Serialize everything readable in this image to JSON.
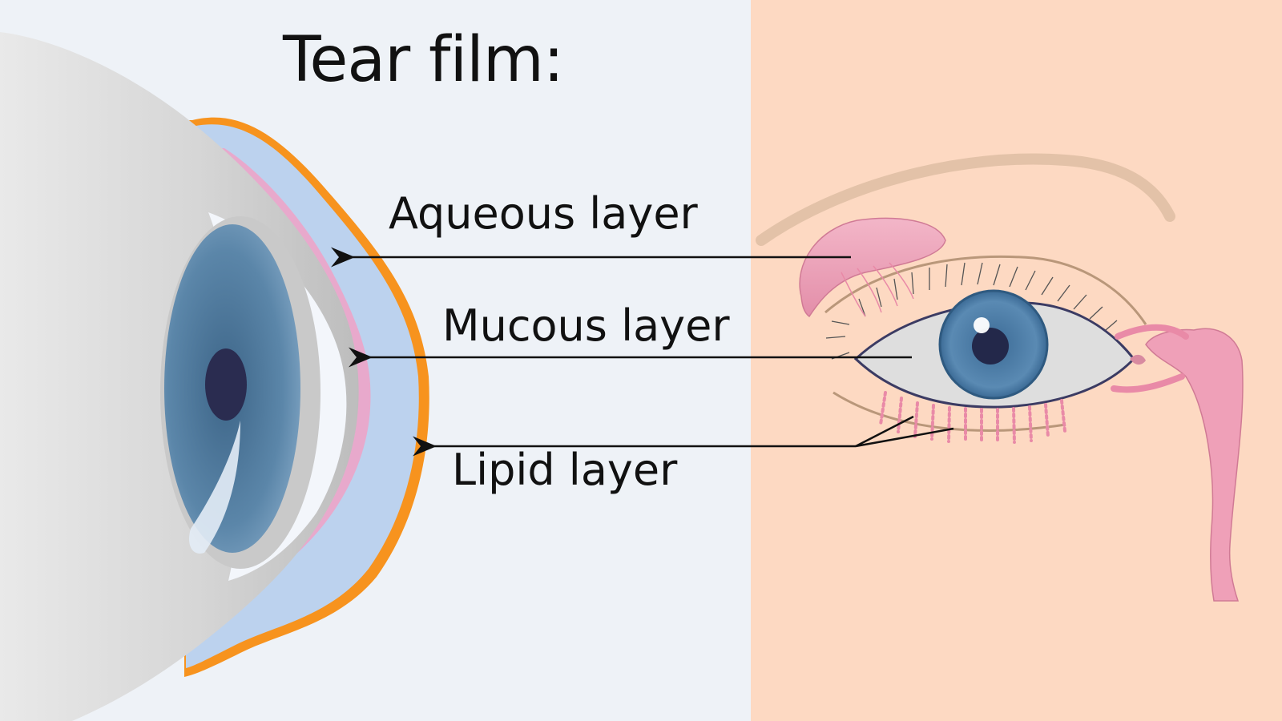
{
  "title": "Tear film:",
  "labels": {
    "aqueous": "Aqueous layer",
    "mucous": "Mucous layer",
    "lipid": "Lipid layer"
  },
  "colors": {
    "left_background": "#eef2f7",
    "right_background": "#fdd9c2",
    "aqueous": "#bcd2ee",
    "mucous": "#e8a9cc",
    "lipid": "#f7931e",
    "iris": "#5a84a8",
    "pupil": "#2a2c50",
    "gland": "#e98aa7"
  }
}
